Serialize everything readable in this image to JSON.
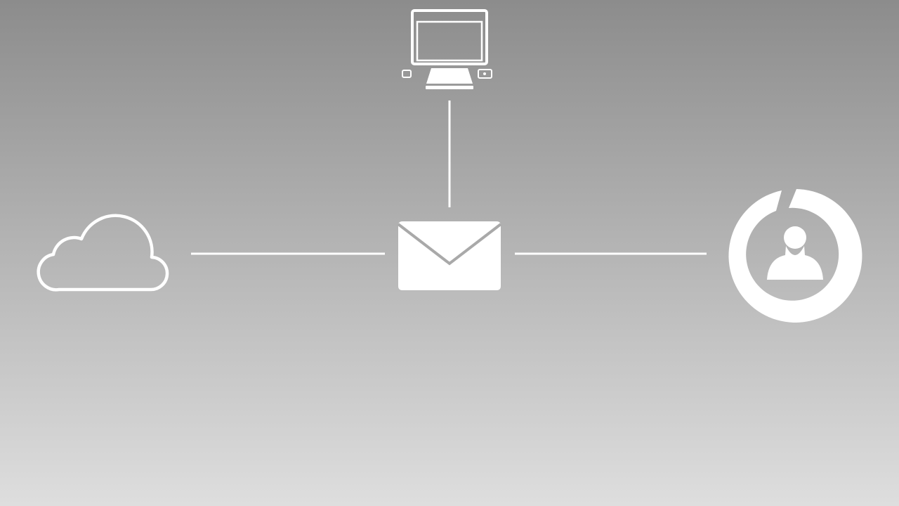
{
  "colors": {
    "background_top": "#8c8c8c",
    "background_bottom": "#dedede",
    "foreground": "#ffffff"
  },
  "nodes": [
    {
      "id": "computer",
      "icon": "desktop-computer-icon"
    },
    {
      "id": "cloud",
      "icon": "cloud-icon"
    },
    {
      "id": "mail",
      "icon": "envelope-icon"
    },
    {
      "id": "contacts",
      "icon": "contact-person-icon"
    }
  ],
  "connections": [
    {
      "from": "computer",
      "to": "mail"
    },
    {
      "from": "cloud",
      "to": "mail"
    },
    {
      "from": "mail",
      "to": "contacts"
    }
  ]
}
